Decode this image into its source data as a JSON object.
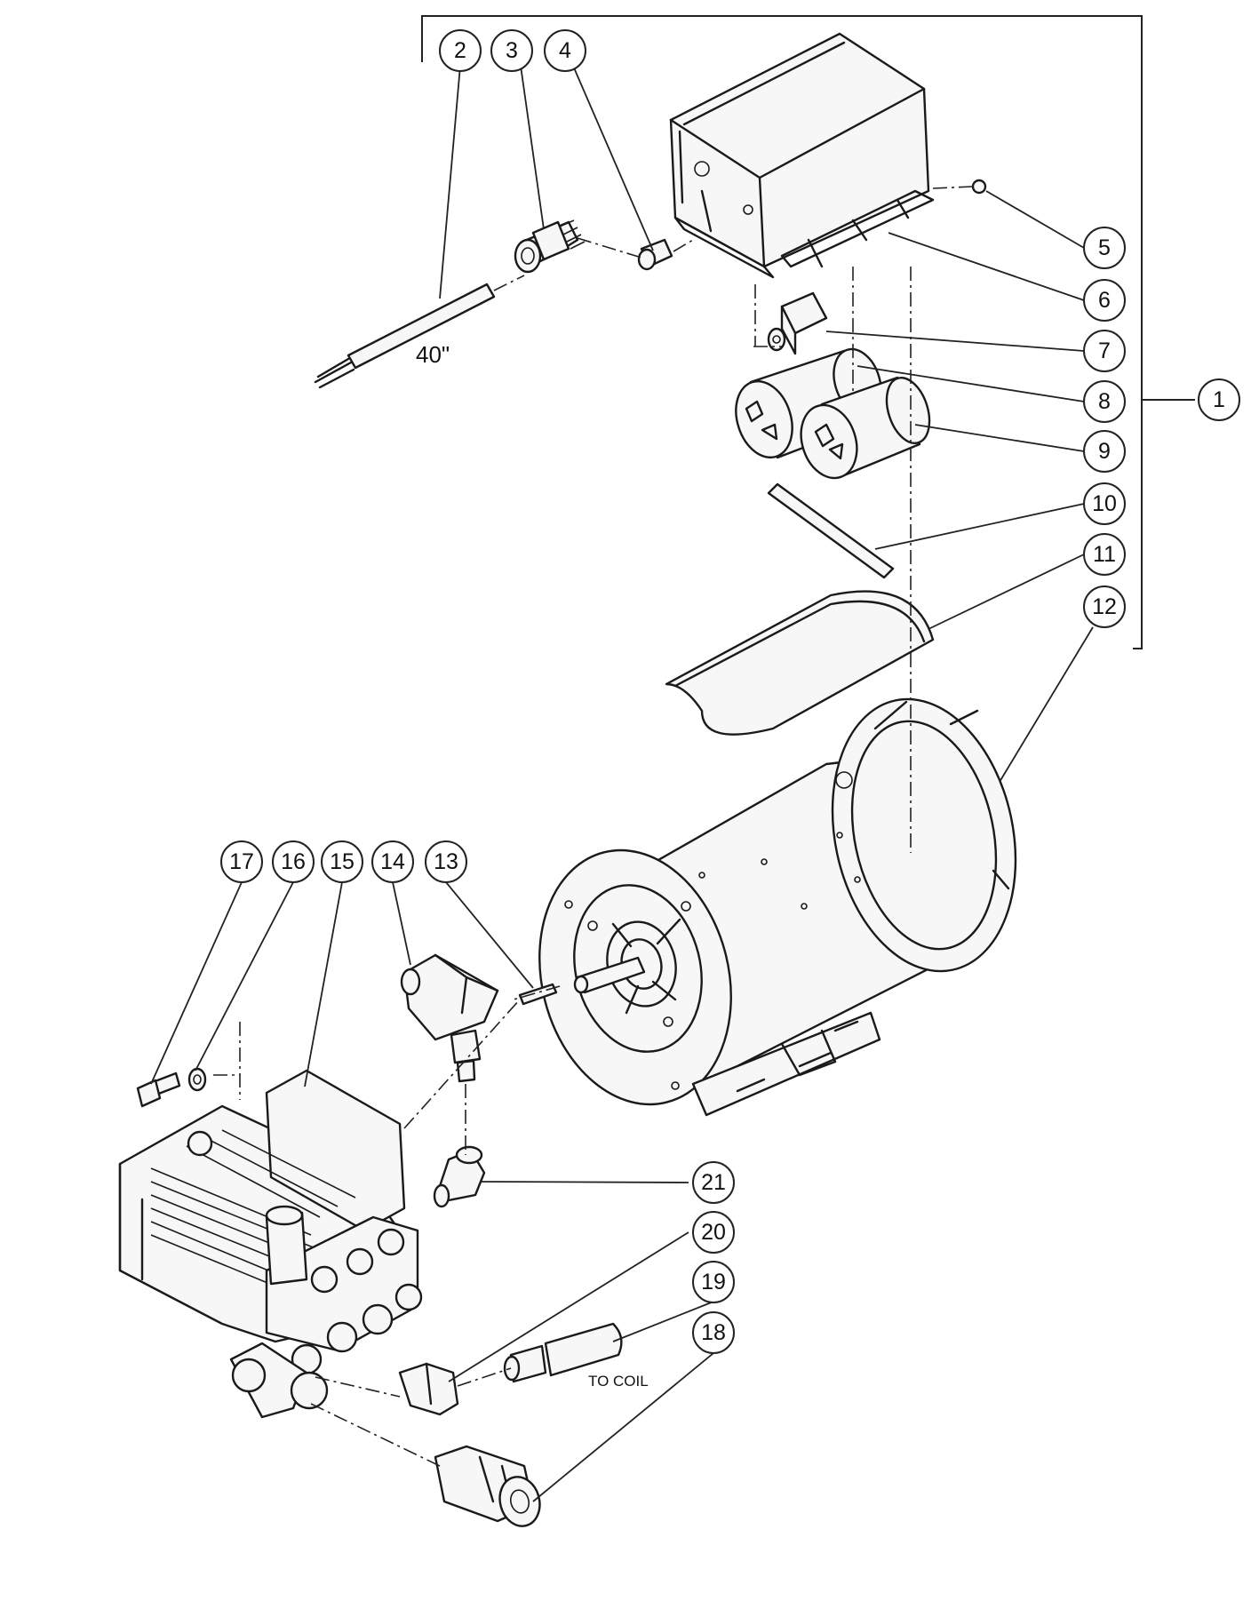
{
  "callouts": {
    "c1": "1",
    "c2": "2",
    "c3": "3",
    "c4": "4",
    "c5": "5",
    "c6": "6",
    "c7": "7",
    "c8": "8",
    "c9": "9",
    "c10": "10",
    "c11": "11",
    "c12": "12",
    "c13": "13",
    "c14": "14",
    "c15": "15",
    "c16": "16",
    "c17": "17",
    "c18": "18",
    "c19": "19",
    "c20": "20",
    "c21": "21"
  },
  "annotations": {
    "cord_length": "40\"",
    "outlet_note": "TO COIL"
  }
}
